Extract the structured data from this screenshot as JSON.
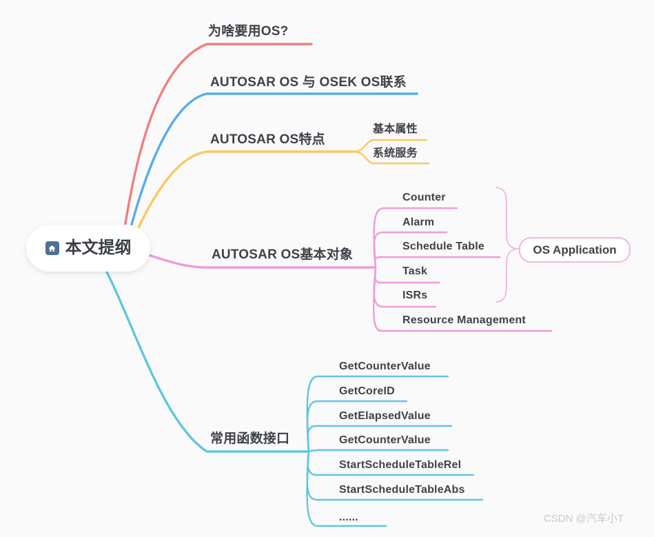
{
  "colors": {
    "background": "#fafafa",
    "red": "#f37d7d",
    "blue": "#57ace9",
    "yellow": "#f9c95c",
    "pink": "#ee9bd7",
    "pink-light": "#f3b5e1",
    "cyan": "#5fc6e0",
    "text": "#3e4248",
    "root-icon-bg": "#4d7195",
    "watermark": "#c8c8c8"
  },
  "root": {
    "label": "本文提纲",
    "icon": "home-icon"
  },
  "branches": [
    {
      "label": "为啥要用OS?",
      "color": "#f37d7d",
      "children": []
    },
    {
      "label": "AUTOSAR OS 与 OSEK OS联系",
      "color": "#57ace9",
      "children": []
    },
    {
      "label": "AUTOSAR OS特点",
      "color": "#f9c95c",
      "children": [
        {
          "label": "基本属性"
        },
        {
          "label": "系统服务"
        }
      ]
    },
    {
      "label": "AUTOSAR OS基本对象",
      "color": "#ee9bd7",
      "children": [
        {
          "label": "Counter"
        },
        {
          "label": "Alarm"
        },
        {
          "label": "Schedule Table"
        },
        {
          "label": "Task"
        },
        {
          "label": "ISRs"
        },
        {
          "label": "Resource Management"
        }
      ],
      "callout": {
        "label": "OS Application"
      }
    },
    {
      "label": "常用函数接口",
      "color": "#5fc6e0",
      "children": [
        {
          "label": "GetCounterValue"
        },
        {
          "label": "GetCoreID"
        },
        {
          "label": "GetElapsedValue"
        },
        {
          "label": "GetCounterValue"
        },
        {
          "label": "StartScheduleTableRel"
        },
        {
          "label": "StartScheduleTableAbs"
        },
        {
          "label": "......"
        }
      ]
    }
  ],
  "watermark": {
    "text": "CSDN @汽车小T"
  }
}
